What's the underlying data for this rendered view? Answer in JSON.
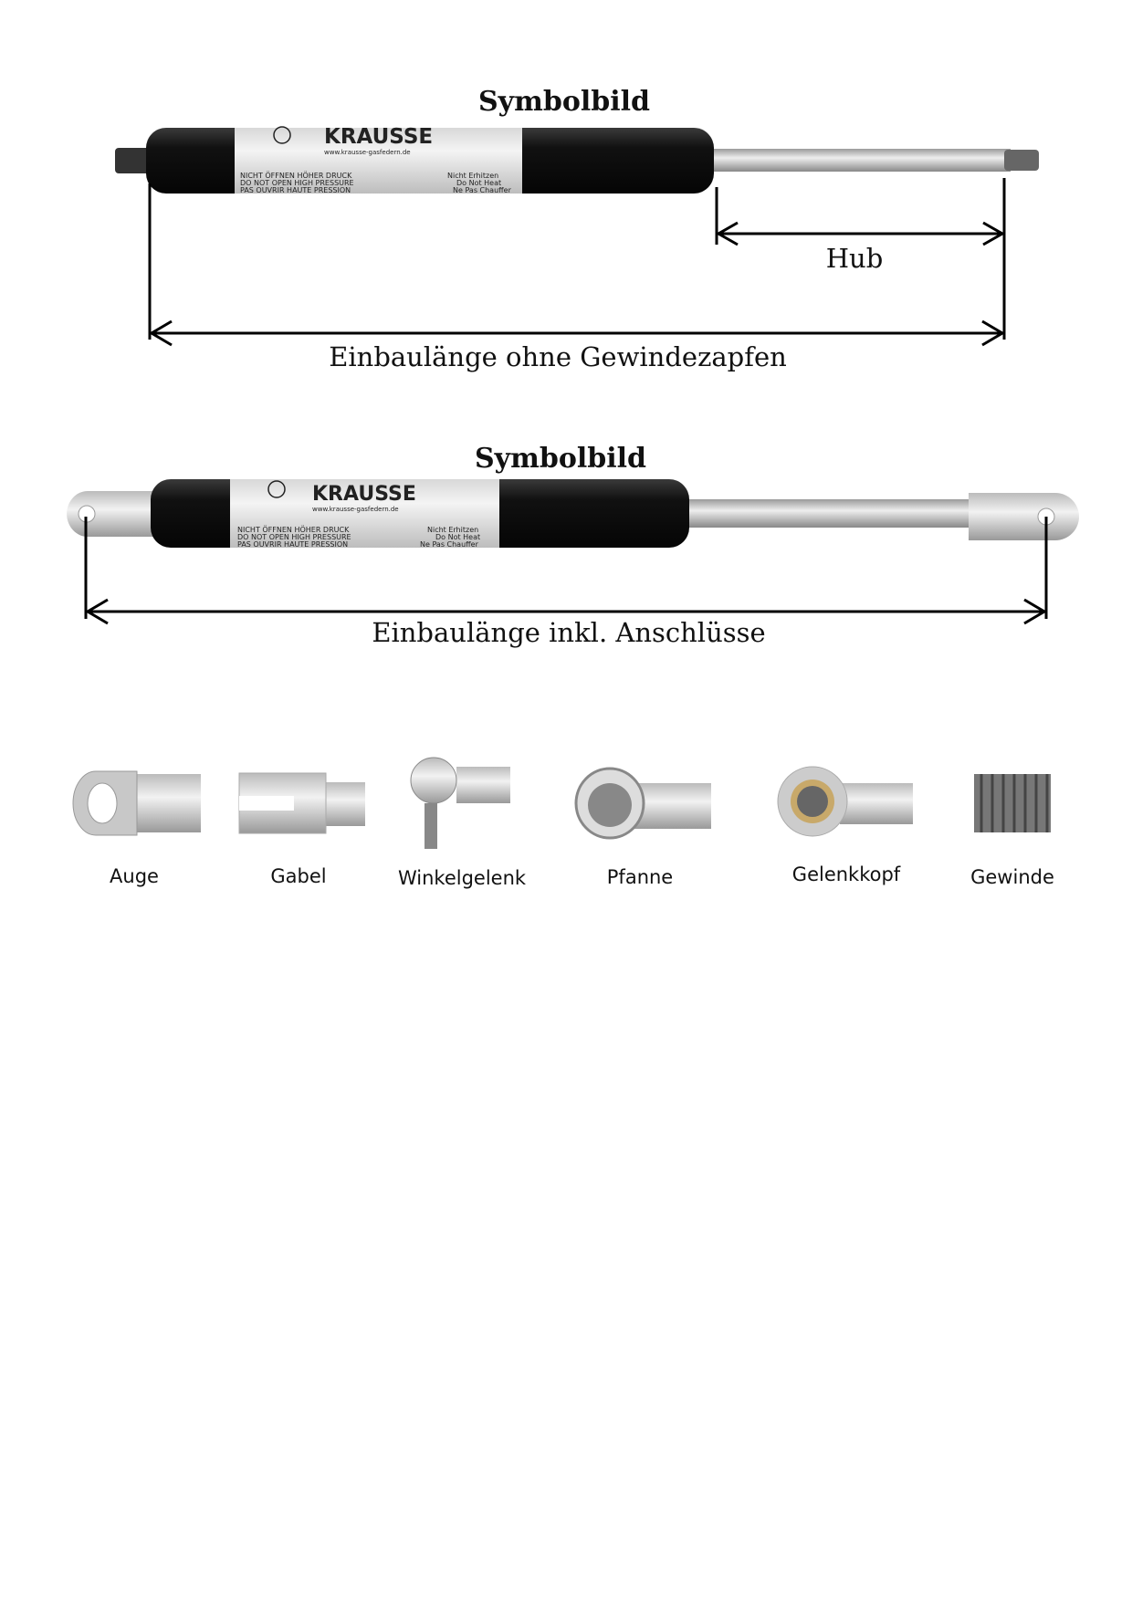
{
  "diagram1": {
    "title": "Symbolbild",
    "brand": "KRAUSSE",
    "url": "www.krausse-gasfedern.de",
    "warnings_left": [
      "NICHT ÖFFNEN   HÖHER DRUCK",
      "DO NOT OPEN   HIGH PRESSURE",
      "PAS OUVRIR   HAUTE PRESSION"
    ],
    "warnings_right": [
      "Nicht Erhitzen",
      "Do Not Heat",
      "Ne Pas Chauffer"
    ],
    "stroke_label": "Hub",
    "length_label": "Einbaulänge ohne Gewindezapfen"
  },
  "diagram2": {
    "title": "Symbolbild",
    "length_label": "Einbaulänge inkl. Anschlüsse"
  },
  "accessories": [
    {
      "label": "Auge"
    },
    {
      "label": "Gabel"
    },
    {
      "label": "Winkelgelenk"
    },
    {
      "label": "Pfanne"
    },
    {
      "label": "Gelenkkopf"
    },
    {
      "label": "Gewinde"
    }
  ]
}
